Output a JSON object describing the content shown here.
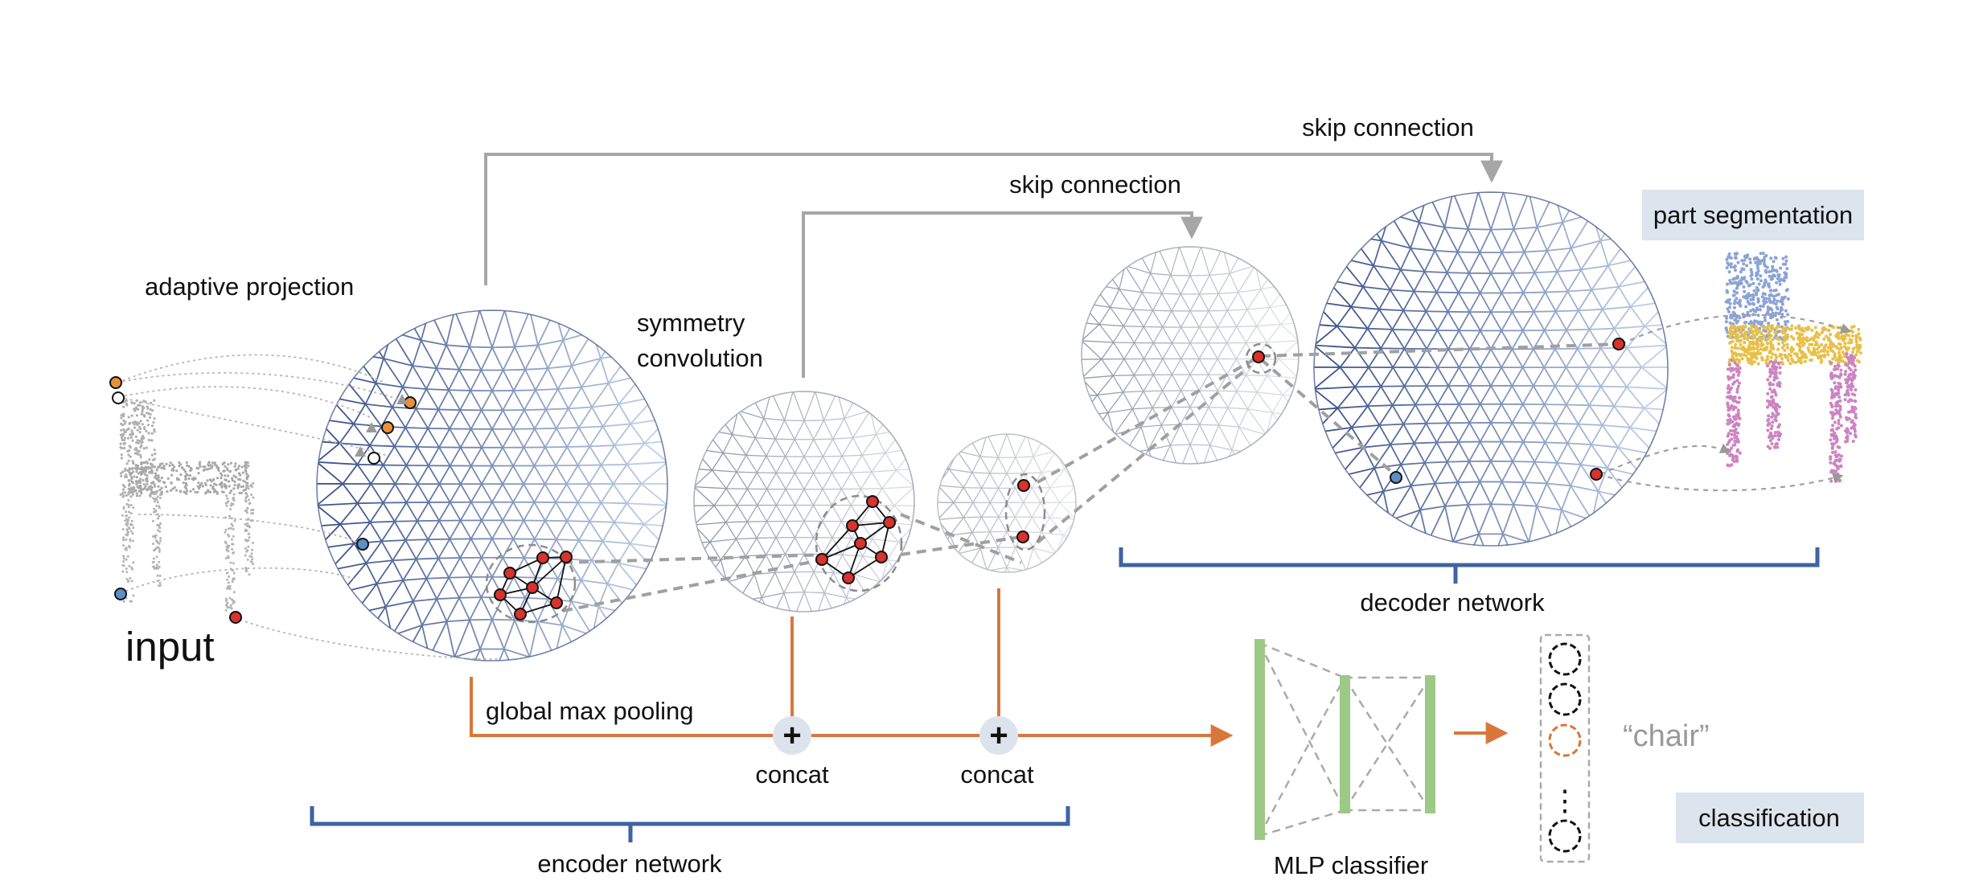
{
  "labels": {
    "adaptive_projection": "adaptive projection",
    "symmetry_convolution_1": "symmetry",
    "symmetry_convolution_2": "convolution",
    "skip_connection_top": "skip connection",
    "skip_connection_mid": "skip connection",
    "part_segmentation": "part segmentation",
    "input": "input",
    "global_max_pooling": "global max pooling",
    "concat_1": "concat",
    "concat_2": "concat",
    "encoder_network": "encoder network",
    "decoder_network": "decoder network",
    "mlp_classifier": "MLP classifier",
    "chair": "“chair”",
    "classification": "classification",
    "ellipsis": "⋮",
    "plus": "+"
  },
  "colors": {
    "orange": "#d9773a",
    "blue_bracket": "#3f63a3",
    "gray_line": "#a6a6a6",
    "green": "#9cc985",
    "sphere_dark": "#394f86",
    "sphere_light": "#c3d3e8",
    "seg_blue": "#8ca3d4",
    "seg_yellow": "#e8c048",
    "seg_pink": "#cc84c2",
    "node_red": "#d8332d"
  }
}
